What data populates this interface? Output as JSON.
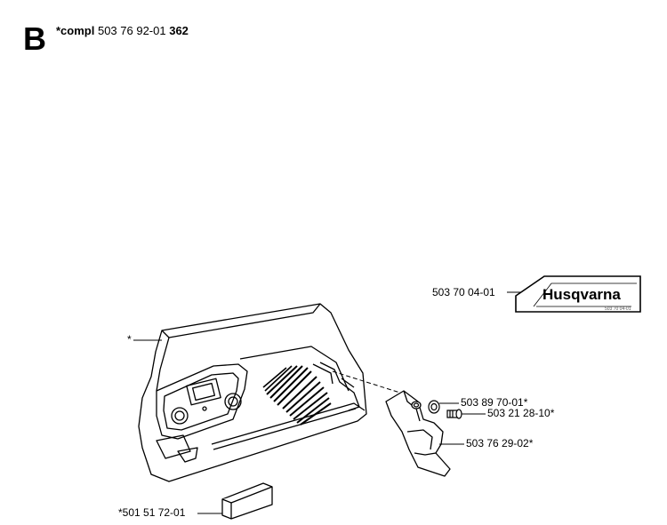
{
  "section": {
    "letter": "B",
    "compl_prefix": "*compl",
    "compl_number": "503 76 92-01",
    "page_ref": "362"
  },
  "decal": {
    "part_number": "503 70 04-01",
    "brand": "Husqvarna",
    "fine_print": "503 70 04-01"
  },
  "parts": {
    "chain_guard_marker": "*",
    "washer": "503 89 70-01*",
    "screw": "503 21 28-10*",
    "deflector": "503 76 29-02*",
    "plug": "*501 51 72-01"
  }
}
